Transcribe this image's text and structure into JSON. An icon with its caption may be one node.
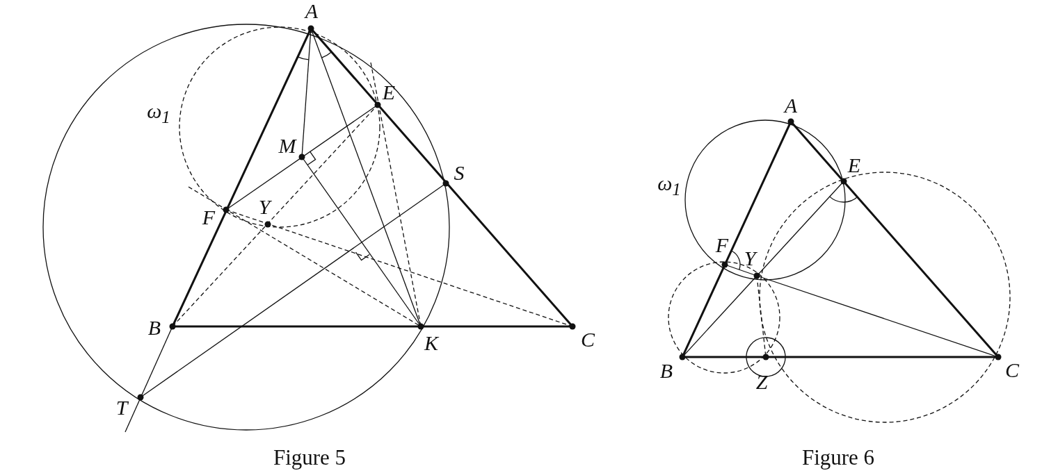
{
  "diagram": {
    "labels": [
      "A",
      "E",
      "ω$_{1}$",
      "M",
      "S",
      "F",
      "Y",
      "B",
      "K",
      "C",
      "T",
      "Figure 5",
      "A",
      "E",
      "ω$_{1}$",
      "F",
      "Y",
      "B",
      "Z",
      "C",
      "Figure 6"
    ]
  }
}
